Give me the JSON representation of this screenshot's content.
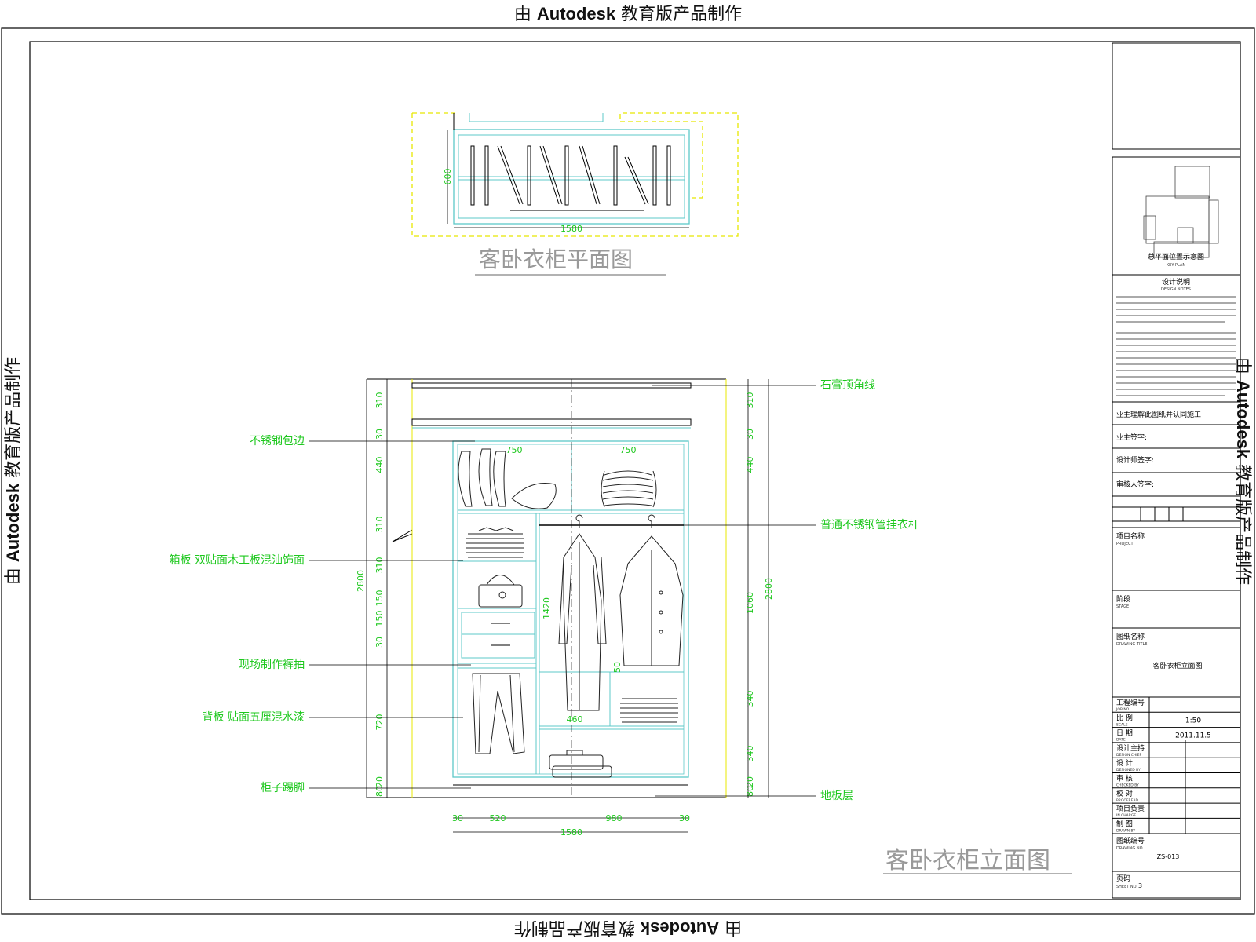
{
  "watermark": {
    "prefix": "由",
    "brand": "Autodesk",
    "suffix": "教育版产品制作"
  },
  "plan": {
    "title": "客卧衣柜平面图",
    "dim_width": "1580",
    "dim_depth": "600"
  },
  "elevation": {
    "title": "客卧衣柜立面图",
    "callouts_left": [
      "不锈钢包边",
      "箱板  双贴面木工板混油饰面",
      "现场制作裤抽",
      "背板  贴面五厘混水漆",
      "柜子踢脚"
    ],
    "callouts_right": [
      "石膏顶角线",
      "普通不锈钢管挂衣杆",
      "地板层"
    ],
    "dims_left": [
      "310",
      "30",
      "440",
      "310",
      "310",
      "150",
      "150",
      "30",
      "720",
      "20",
      "80",
      "2800"
    ],
    "dims_right": [
      "310",
      "30",
      "440",
      "1060",
      "340",
      "340",
      "20",
      "80",
      "2800"
    ],
    "dims_bottom": [
      "30",
      "520",
      "980",
      "30",
      "1580"
    ],
    "dims_inner": [
      "750",
      "750",
      "1420",
      "460",
      "50"
    ]
  },
  "title_block": {
    "legend_caption": "总平面位置示意图",
    "legend_caption_en": "KEY PLAN",
    "notes_title": "设计说明",
    "notes_title_en": "DESIGN NOTES",
    "company_row": "业主理解此图纸并认同施工",
    "owner_sign": "业主签字:",
    "designer_sign": "设计师签字:",
    "reviewer_sign": "审核人签字:",
    "project_name_label": "项目名称",
    "project_name_label_en": "PROJECT",
    "stage_label": "阶段",
    "stage_label_en": "STAGE",
    "drawing_name_label": "图纸名称",
    "drawing_name_label_en": "DRAWING TITLE",
    "drawing_name": "客卧衣柜立面图",
    "rows": [
      {
        "label": "工程编号",
        "en": "JOB NO.",
        "value": ""
      },
      {
        "label": "比 例",
        "en": "SCALE",
        "value": "1:50"
      },
      {
        "label": "日 期",
        "en": "DATE",
        "value": "2011.11.5"
      },
      {
        "label": "设计主持",
        "en": "DESIGN CHIEF",
        "value": ""
      },
      {
        "label": "设 计",
        "en": "DESIGNED BY",
        "value": ""
      },
      {
        "label": "审 核",
        "en": "CHECKED BY",
        "value": ""
      },
      {
        "label": "校 对",
        "en": "PROOFREAD",
        "value": ""
      },
      {
        "label": "项目负责",
        "en": "IN CHARGE",
        "value": ""
      },
      {
        "label": "制 图",
        "en": "DRAWN BY",
        "value": ""
      }
    ],
    "drawing_no_label": "图纸编号",
    "drawing_no_label_en": "DRAWING NO.",
    "drawing_no": "ZS-013",
    "page_label": "页码",
    "page_label_en": "SHEET NO.",
    "page_value": "3"
  },
  "colors": {
    "line": "#000000",
    "cabinet": "#5cc8c8",
    "dimension": "#1ec81e",
    "hidden": "#e8e800",
    "furniture": "#222222"
  }
}
